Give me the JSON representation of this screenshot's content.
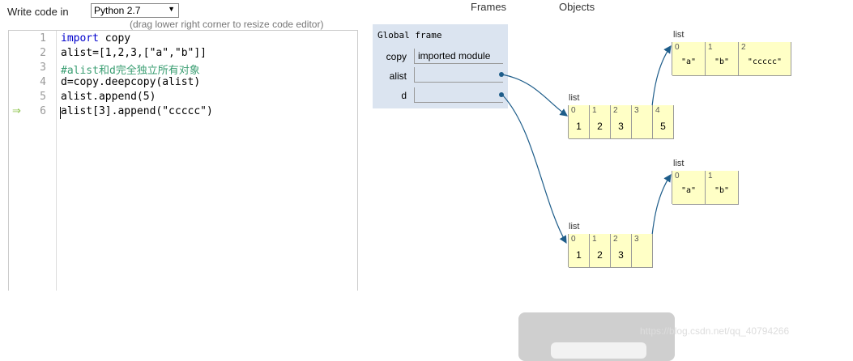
{
  "editor": {
    "write_label": "Write code in",
    "language": "Python 2.7",
    "drag_hint": "(drag lower right corner to resize code editor)",
    "lines": [
      {
        "num": "1",
        "kw": "import",
        "rest": " copy"
      },
      {
        "num": "2",
        "text": "alist=[1,2,3,[\"a\",\"b\"]]"
      },
      {
        "num": "3",
        "comment": "#alist和d完全独立所有对象"
      },
      {
        "num": "4",
        "text": "d=copy.deepcopy(alist)"
      },
      {
        "num": "5",
        "text": "alist.append(5)"
      },
      {
        "num": "6",
        "text": "alist[3].append(\"ccccc\")",
        "current": true
      }
    ],
    "current_line_icon": "right-arrow-icon"
  },
  "visualizer": {
    "frames_header": "Frames",
    "objects_header": "Objects",
    "global_frame": {
      "title": "Global frame",
      "vars": [
        {
          "name": "copy",
          "value": "imported module"
        },
        {
          "name": "alist",
          "value": ""
        },
        {
          "name": "d",
          "value": ""
        }
      ]
    },
    "lists": {
      "inner_a": {
        "label": "list",
        "cells": [
          {
            "i": "0",
            "v": "\"a\""
          },
          {
            "i": "1",
            "v": "\"b\""
          },
          {
            "i": "2",
            "v": "\"ccccc\""
          }
        ]
      },
      "alist": {
        "label": "list",
        "cells": [
          {
            "i": "0",
            "v": "1"
          },
          {
            "i": "1",
            "v": "2"
          },
          {
            "i": "2",
            "v": "3"
          },
          {
            "i": "3",
            "v": ""
          },
          {
            "i": "4",
            "v": "5"
          }
        ]
      },
      "inner_d": {
        "label": "list",
        "cells": [
          {
            "i": "0",
            "v": "\"a\""
          },
          {
            "i": "1",
            "v": "\"b\""
          }
        ]
      },
      "d": {
        "label": "list",
        "cells": [
          {
            "i": "0",
            "v": "1"
          },
          {
            "i": "1",
            "v": "2"
          },
          {
            "i": "2",
            "v": "3"
          },
          {
            "i": "3",
            "v": ""
          }
        ]
      }
    },
    "pointer_color": "#1e5d8a",
    "frame_bg": "#dbe4f0",
    "list_bg": "#ffffc6"
  },
  "watermark": "https://blog.csdn.net/qq_40794266"
}
